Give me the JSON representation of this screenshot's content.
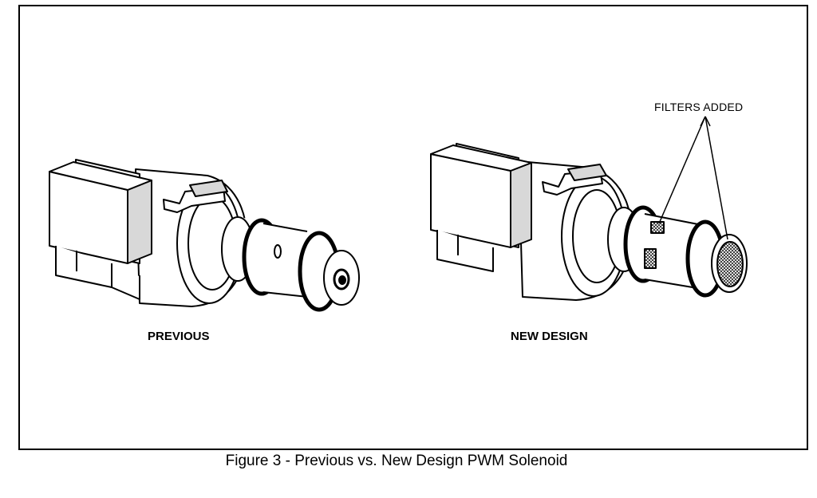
{
  "labels": {
    "previous": "PREVIOUS",
    "new_design": "NEW DESIGN",
    "filters_added": "FILTERS ADDED"
  },
  "caption": "Figure 3 - Previous vs. New Design PWM Solenoid",
  "colors": {
    "ink": "#000000",
    "paper": "#ffffff",
    "shade": "#d8d8d8"
  }
}
